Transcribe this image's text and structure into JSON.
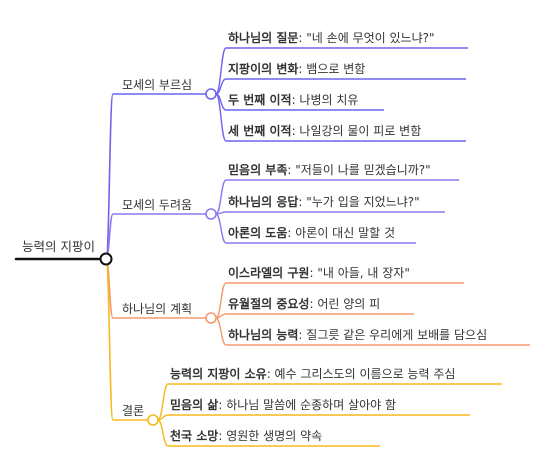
{
  "root": {
    "label": "능력의 지팡이"
  },
  "colors": {
    "root": "#111111",
    "branches": [
      "#6f63ef",
      "#8a78ee",
      "#f59a6e",
      "#f7b91c"
    ]
  },
  "branches": [
    {
      "label": "모세의 부르심",
      "children": [
        {
          "title": "하나님의 질문",
          "sep": ": ",
          "text": "\"네 손에 무엇이 있느냐?\""
        },
        {
          "title": "지팡이의 변화",
          "sep": ": ",
          "text": "뱀으로 변함"
        },
        {
          "title": "두 번째 이적",
          "sep": ": ",
          "text": "나병의 치유"
        },
        {
          "title": "세 번째 이적",
          "sep": ": ",
          "text": "나일강의 물이 피로 변함"
        }
      ]
    },
    {
      "label": "모세의 두려움",
      "children": [
        {
          "title": "믿음의 부족",
          "sep": ": ",
          "text": "\"저들이 나를 믿겠습니까?\""
        },
        {
          "title": "하나님의 응답",
          "sep": ": ",
          "text": "\"누가 입을 지었느냐?\""
        },
        {
          "title": "아론의 도움",
          "sep": ": ",
          "text": "아론이 대신 말할 것"
        }
      ]
    },
    {
      "label": "하나님의 계획",
      "children": [
        {
          "title": "이스라엘의 구원",
          "sep": ": ",
          "text": "\"내 아들, 내 장자\""
        },
        {
          "title": "유월절의 중요성",
          "sep": ": ",
          "text": "어린 양의 피"
        },
        {
          "title": "하나님의 능력",
          "sep": ": ",
          "text": "질그릇 같은 우리에게 보배를 담으심"
        }
      ]
    },
    {
      "label": "결론",
      "children": [
        {
          "title": "능력의 지팡이 소유",
          "sep": ": ",
          "text": "예수 그리스도의 이름으로 능력 주심"
        },
        {
          "title": "믿음의 삶",
          "sep": ": ",
          "text": "하나님 말씀에 순종하며 살아야 함"
        },
        {
          "title": "천국 소망",
          "sep": ": ",
          "text": "영원한 생명의 약속"
        }
      ]
    }
  ]
}
